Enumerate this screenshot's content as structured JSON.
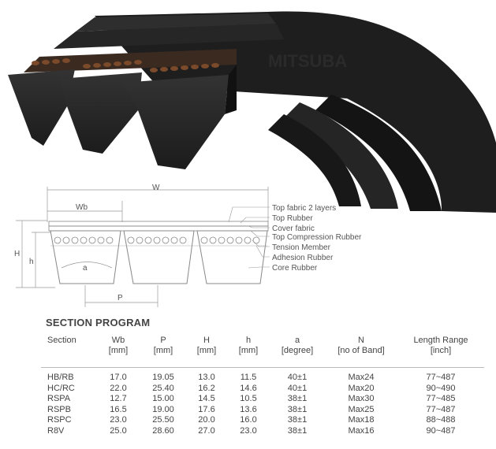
{
  "brand_watermark": "MITSUBA",
  "diagram": {
    "dimension_labels": {
      "W": "W",
      "Wb": "Wb",
      "H": "H",
      "h": "h",
      "a": "a",
      "P": "P"
    },
    "layer_labels": [
      "Top fabric 2 layers",
      "Top Rubber",
      "Cover fabric",
      "Top Compression Rubber",
      "Tension Member",
      "Adhesion Rubber",
      "Core Rubber"
    ]
  },
  "section_program": {
    "title": "SECTION PROGRAM",
    "columns": [
      {
        "name": "Section",
        "unit": ""
      },
      {
        "name": "Wb",
        "unit": "[mm]"
      },
      {
        "name": "P",
        "unit": "[mm]"
      },
      {
        "name": "H",
        "unit": "[mm]"
      },
      {
        "name": "h",
        "unit": "[mm]"
      },
      {
        "name": "a",
        "unit": "[degree]"
      },
      {
        "name": "N",
        "unit": "[no of Band]"
      },
      {
        "name": "Length Range",
        "unit": "[inch]"
      }
    ],
    "rows": [
      [
        "HB/RB",
        "17.0",
        "19.05",
        "13.0",
        "11.5",
        "40±1",
        "Max24",
        "77~487"
      ],
      [
        "HC/RC",
        "22.0",
        "25.40",
        "16.2",
        "14.6",
        "40±1",
        "Max20",
        "90~490"
      ],
      [
        "RSPA",
        "12.7",
        "15.00",
        "14.5",
        "10.5",
        "38±1",
        "Max30",
        "77~485"
      ],
      [
        "RSPB",
        "16.5",
        "19.00",
        "17.6",
        "13.6",
        "38±1",
        "Max25",
        "77~487"
      ],
      [
        "RSPC",
        "23.0",
        "25.50",
        "20.0",
        "16.0",
        "38±1",
        "Max18",
        "88~488"
      ],
      [
        "R8V",
        "25.0",
        "28.60",
        "27.0",
        "23.0",
        "38±1",
        "Max16",
        "90~487"
      ]
    ]
  }
}
